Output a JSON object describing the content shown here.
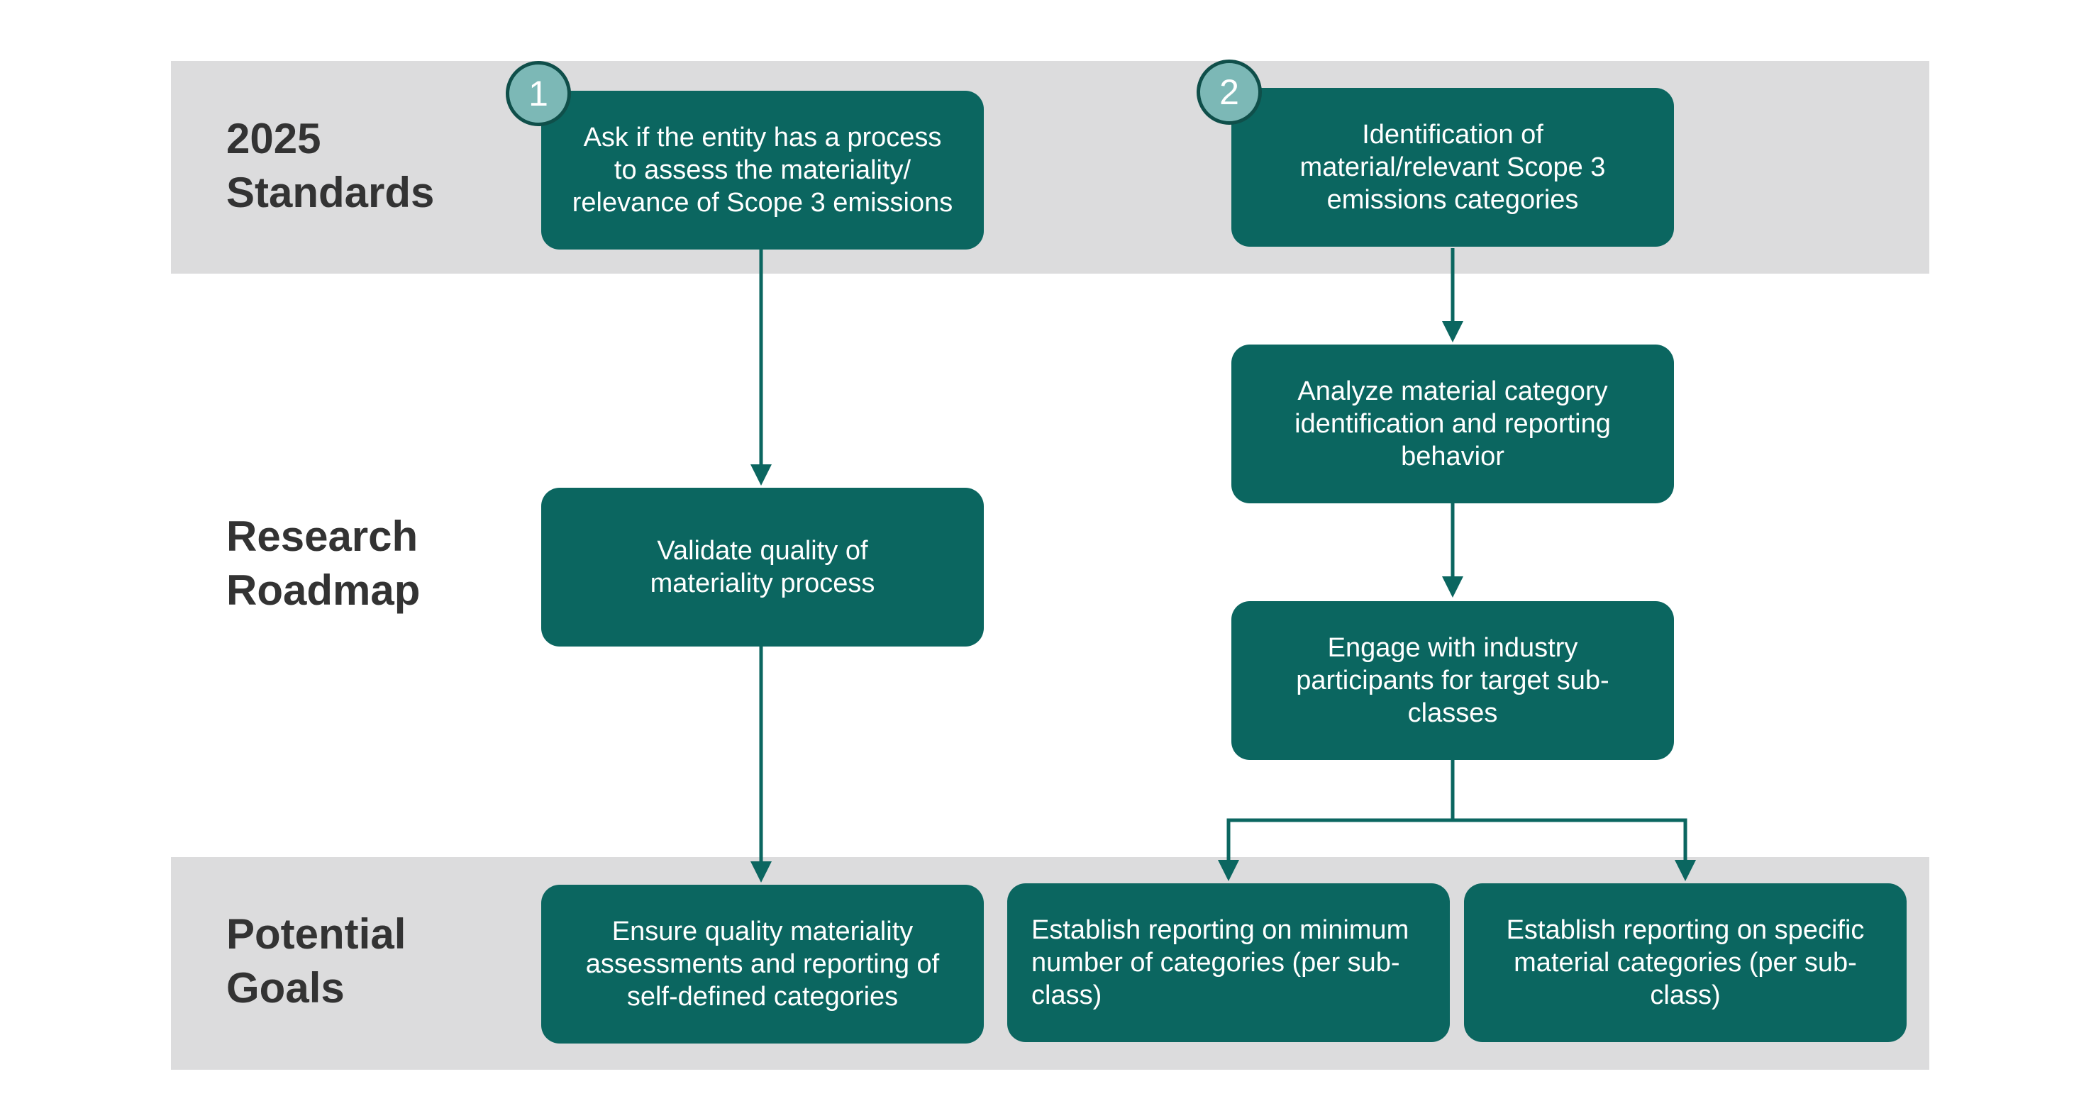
{
  "rows": {
    "standards": [
      "2025",
      "Standards"
    ],
    "roadmap": [
      "Research",
      "Roadmap"
    ],
    "goals": [
      "Potential",
      "Goals"
    ]
  },
  "badges": {
    "one": "1",
    "two": "2"
  },
  "nodes": {
    "ask_process": [
      "Ask if the entity has a process",
      "to assess the materiality/",
      "relevance of Scope 3 emissions"
    ],
    "identification": [
      "Identification of",
      "material/relevant Scope 3",
      "emissions categories"
    ],
    "analyze": [
      "Analyze material category",
      "identification and reporting",
      "behavior"
    ],
    "validate": [
      "Validate quality of",
      "materiality process"
    ],
    "engage": [
      "Engage with industry",
      "participants for target sub-",
      "classes"
    ],
    "ensure": [
      "Ensure quality materiality",
      "assessments and reporting of",
      "self-defined categories"
    ],
    "minimum": [
      "Establish reporting on minimum",
      "number of categories (per sub-",
      "class)"
    ],
    "specific": [
      "Establish  reporting on specific",
      "material categories (per sub-",
      "class)"
    ]
  },
  "colors": {
    "band": "#dcdcdd",
    "box": "#0b6660",
    "badge": "#7cb8b6",
    "connector": "#0b6660",
    "label": "#333333"
  }
}
